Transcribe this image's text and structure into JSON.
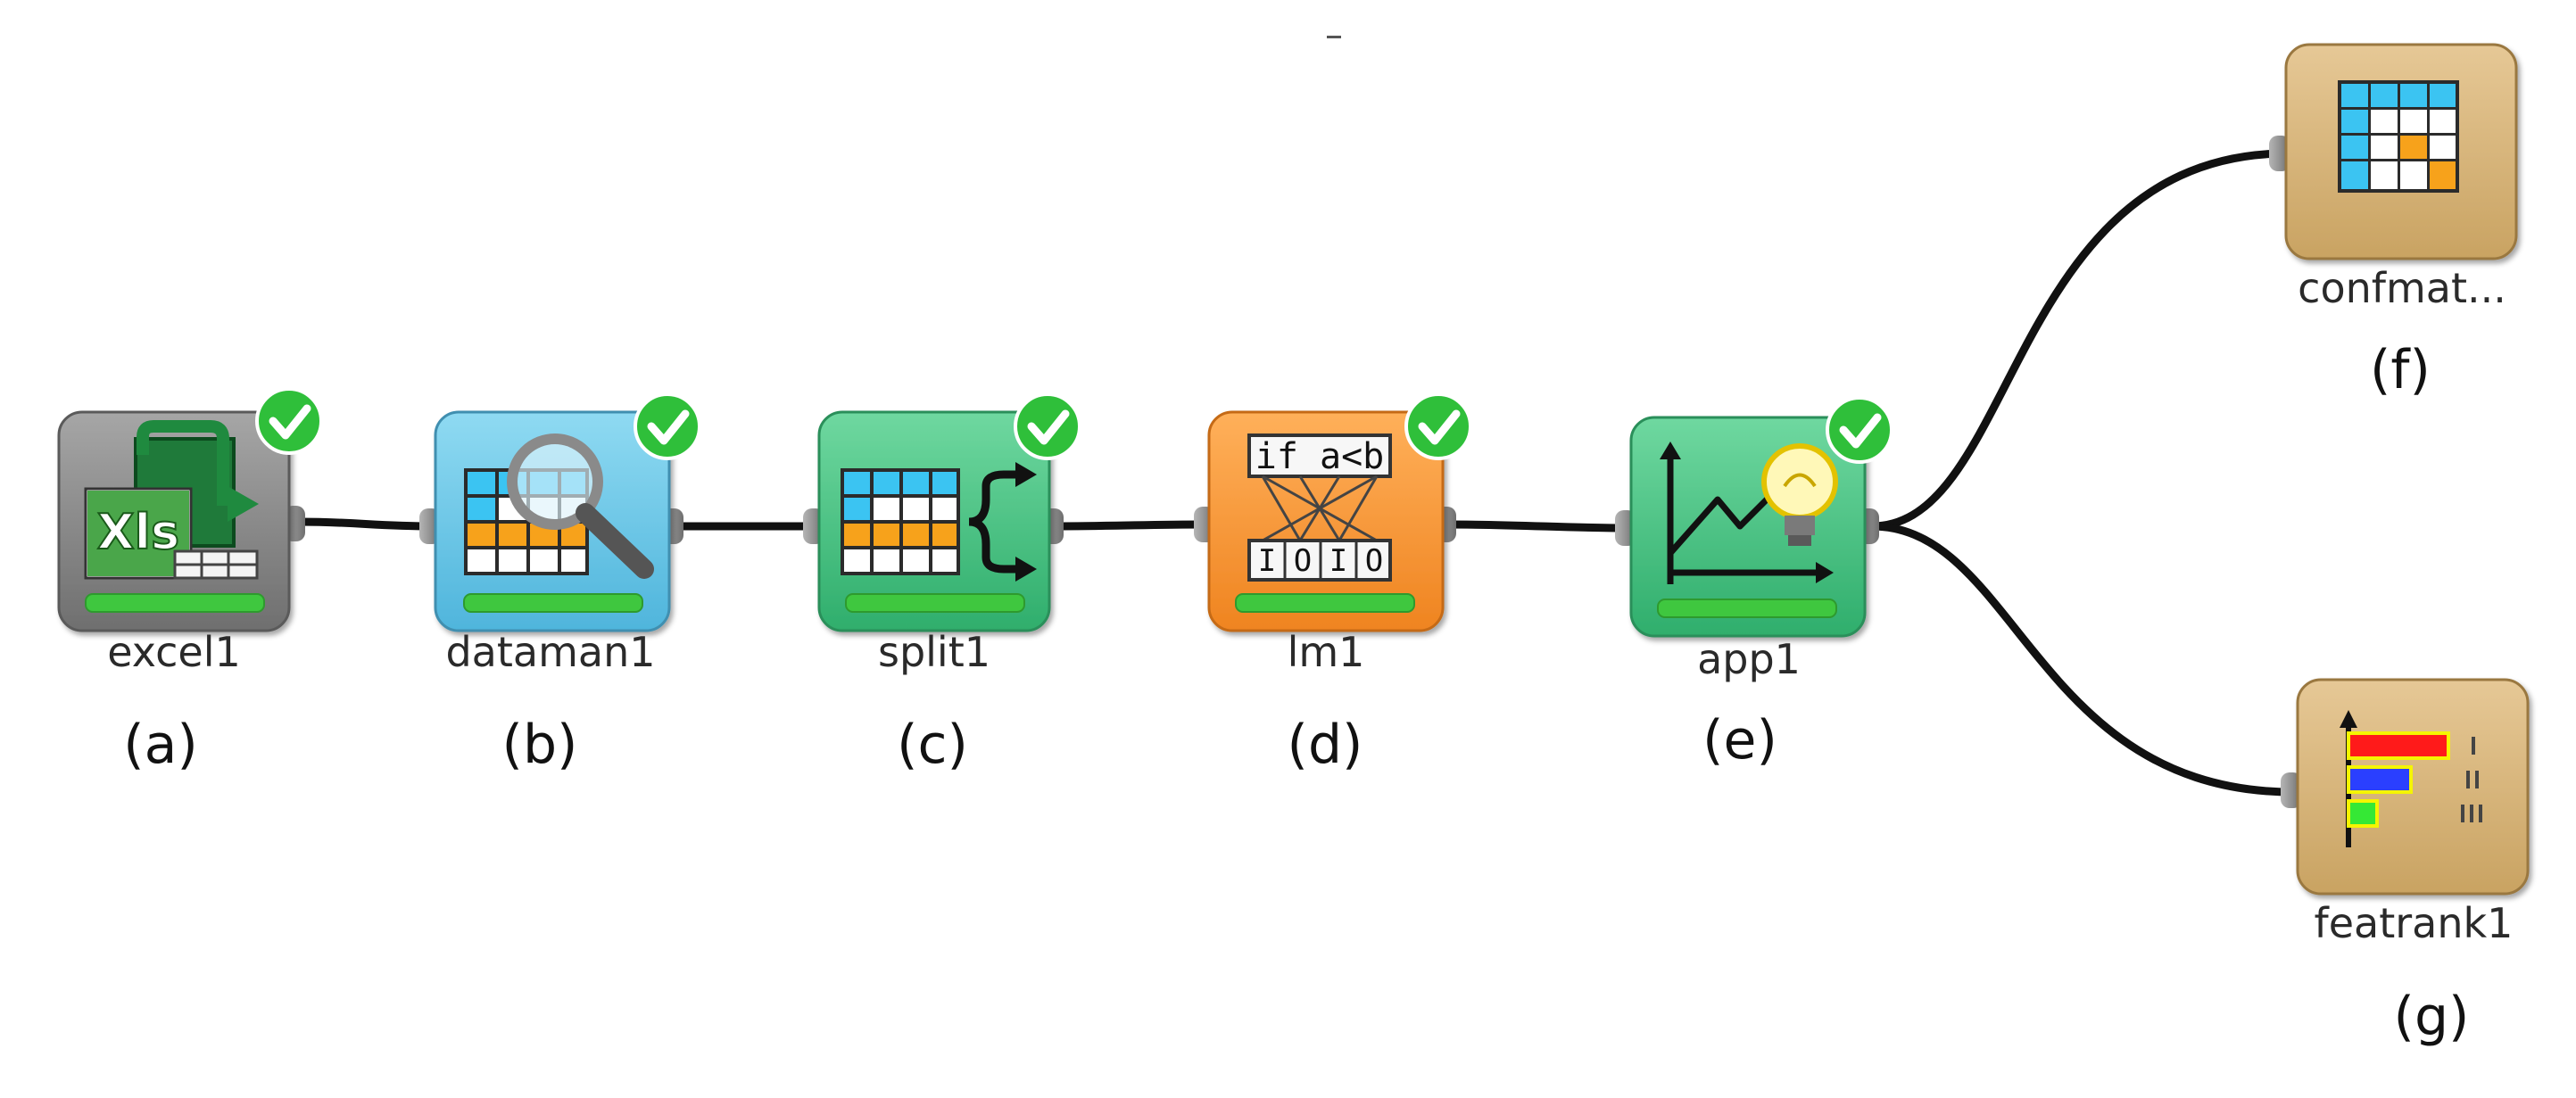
{
  "nodes": [
    {
      "id": "excel1",
      "label": "excel1",
      "caption": "(a)",
      "icon": "excel-reader-icon",
      "color": "#8c8c8c",
      "done": true
    },
    {
      "id": "dataman1",
      "label": "dataman1",
      "caption": "(b)",
      "icon": "data-manipulation-icon",
      "color": "#6cc8e6",
      "done": true
    },
    {
      "id": "split1",
      "label": "split1",
      "caption": "(c)",
      "icon": "split-icon",
      "color": "#3fc07e",
      "done": true
    },
    {
      "id": "lm1",
      "label": "lm1",
      "caption": "(d)",
      "icon": "learner-icon",
      "color": "#f5962e",
      "done": true
    },
    {
      "id": "app1",
      "label": "app1",
      "caption": "(e)",
      "icon": "apply-model-icon",
      "color": "#3fc07e",
      "done": true
    },
    {
      "id": "confmat",
      "label": "confmat...",
      "caption": "(f)",
      "icon": "confusion-matrix-icon",
      "color": "#d6b274",
      "done": false
    },
    {
      "id": "featrank1",
      "label": "featrank1",
      "caption": "(g)",
      "icon": "feature-ranking-icon",
      "color": "#d6b274",
      "done": false
    }
  ],
  "learner_icon_text": {
    "top": "if a<b",
    "bottom": [
      "I",
      "O",
      "I",
      "O"
    ]
  },
  "colors": {
    "connector": "#111111",
    "port": "#8a8a8a",
    "check": "#2fbf3a",
    "progress": "#3fc73f",
    "grid_blue": "#3bc4f2",
    "grid_orange": "#f7a21b",
    "bar_red": "#ff1a1a",
    "bar_blue": "#2a3fff",
    "bar_green": "#35e835",
    "bar_outline": "#f5f500"
  }
}
